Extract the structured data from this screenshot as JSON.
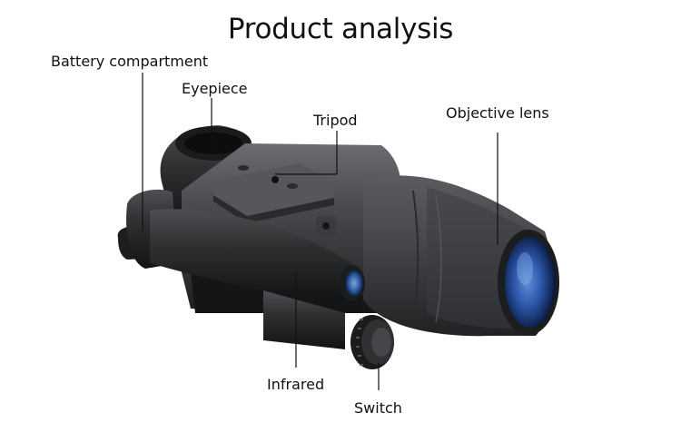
{
  "title": "Product analysis",
  "labels": {
    "battery": "Battery compartment",
    "eyepiece": "Eyepiece",
    "tripod": "Tripod",
    "objective": "Objective lens",
    "infrared": "Infrared",
    "switch": "Switch"
  }
}
